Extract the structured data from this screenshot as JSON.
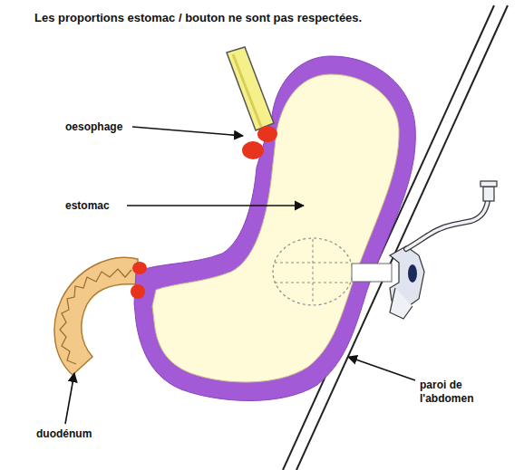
{
  "diagram": {
    "title": "Les proportions estomac / bouton ne sont pas respectées.",
    "labels": [
      "oesophage",
      "estomac",
      "duodénum",
      "paroi de l'abdomen"
    ]
  }
}
